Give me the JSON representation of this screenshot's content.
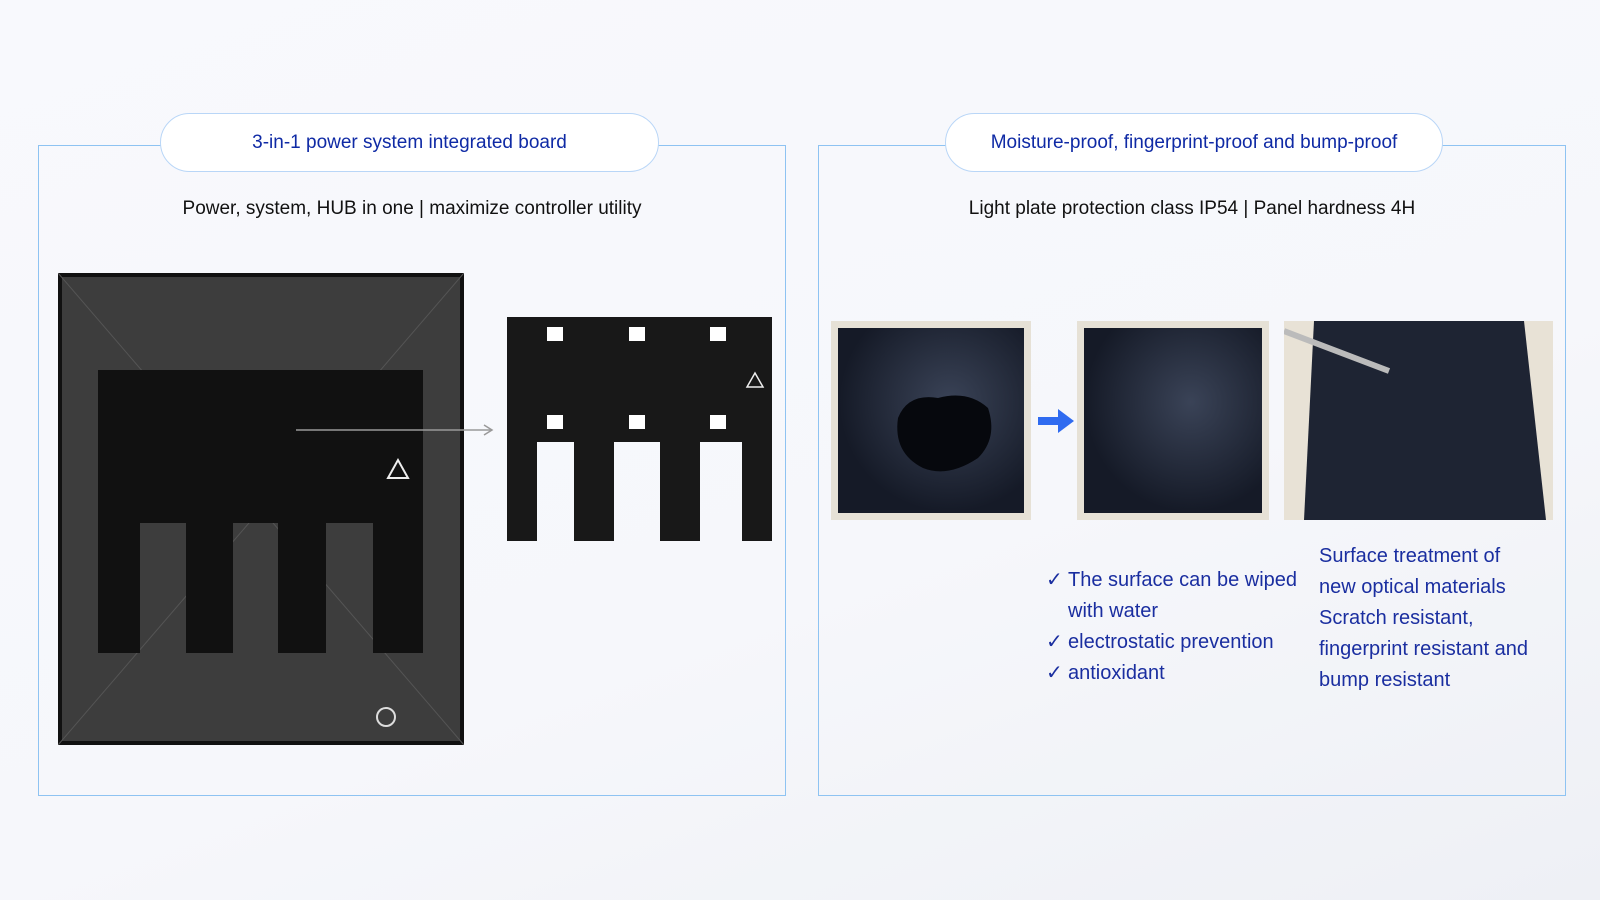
{
  "left_panel": {
    "title": "3-in-1 power system integrated board",
    "subtitle": "Power, system, HUB in one | maximize controller utility"
  },
  "right_panel": {
    "title": "Moisture-proof, fingerprint-proof and bump-proof",
    "subtitle": "Light plate protection class IP54 | Panel hardness 4H",
    "checklist": [
      "The surface can be wiped with water",
      "electrostatic prevention",
      "antioxidant"
    ],
    "check_icon": "✓",
    "note_lines": [
      "Surface treatment of",
      "new optical materials",
      "Scratch resistant,",
      "fingerprint resistant and",
      "bump resistant"
    ]
  },
  "colors": {
    "accent": "#0f2aa5",
    "border": "#8ec3f2",
    "arrow": "#2f6bf0"
  }
}
